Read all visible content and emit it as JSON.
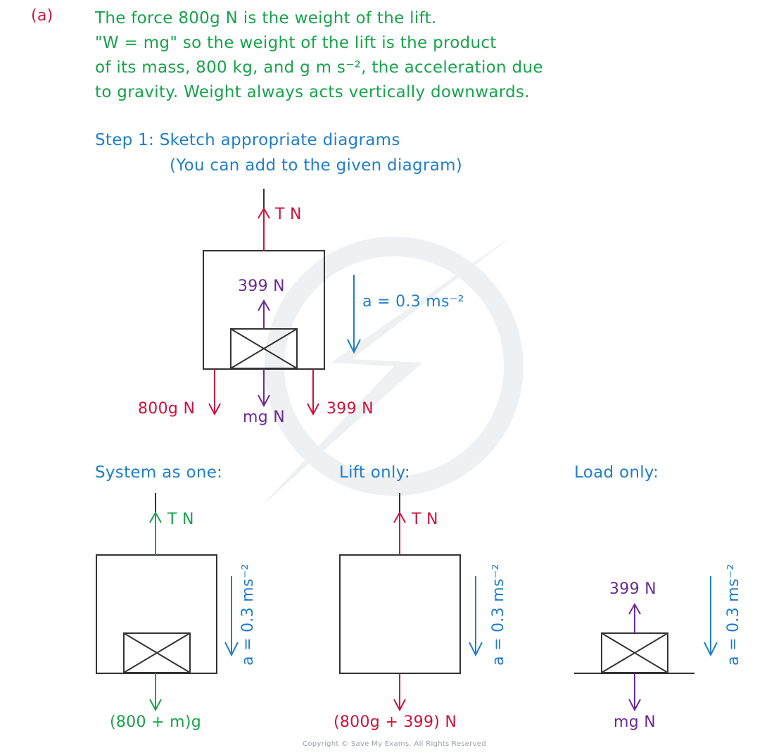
{
  "part_label": "(a)",
  "intro_lines": [
    "The force  800g N is the weight of the lift.",
    "\"W = mg\" so the weight of the lift is the product",
    "of its mass, 800 kg, and g m s⁻², the acceleration due",
    "to gravity. Weight  always  acts  vertically  downwards."
  ],
  "step1": {
    "heading": "Step 1: Sketch appropriate diagrams",
    "note": "(You can add to the given diagram)"
  },
  "main_diagram": {
    "tension": "T  N",
    "reaction_up": "399 N",
    "acceleration": "a = 0.3 ms⁻²",
    "lift_weight": "800g N",
    "load_weight": "mg N",
    "reaction_down": "399 N"
  },
  "system": {
    "title": "System as one:",
    "tension": "T  N",
    "weight": "(800 + m)g",
    "acceleration": "a = 0.3 ms⁻²"
  },
  "lift_only": {
    "title": "Lift only:",
    "tension": "T  N",
    "weight": "(800g + 399) N",
    "acceleration": "a = 0.3 ms⁻²"
  },
  "load_only": {
    "title": "Load only:",
    "reaction": "399 N",
    "weight": "mg N",
    "acceleration": "a = 0.3 ms⁻²"
  },
  "copyright": "Copyright © Save My Exams. All Rights Reserved",
  "colors": {
    "tension_weight_lift": "#d0123b",
    "load_forces": "#6b2c91",
    "acceleration_text": "#1f7ecb",
    "system_forces": "#16a34a",
    "watermark": "#eef0f2"
  }
}
